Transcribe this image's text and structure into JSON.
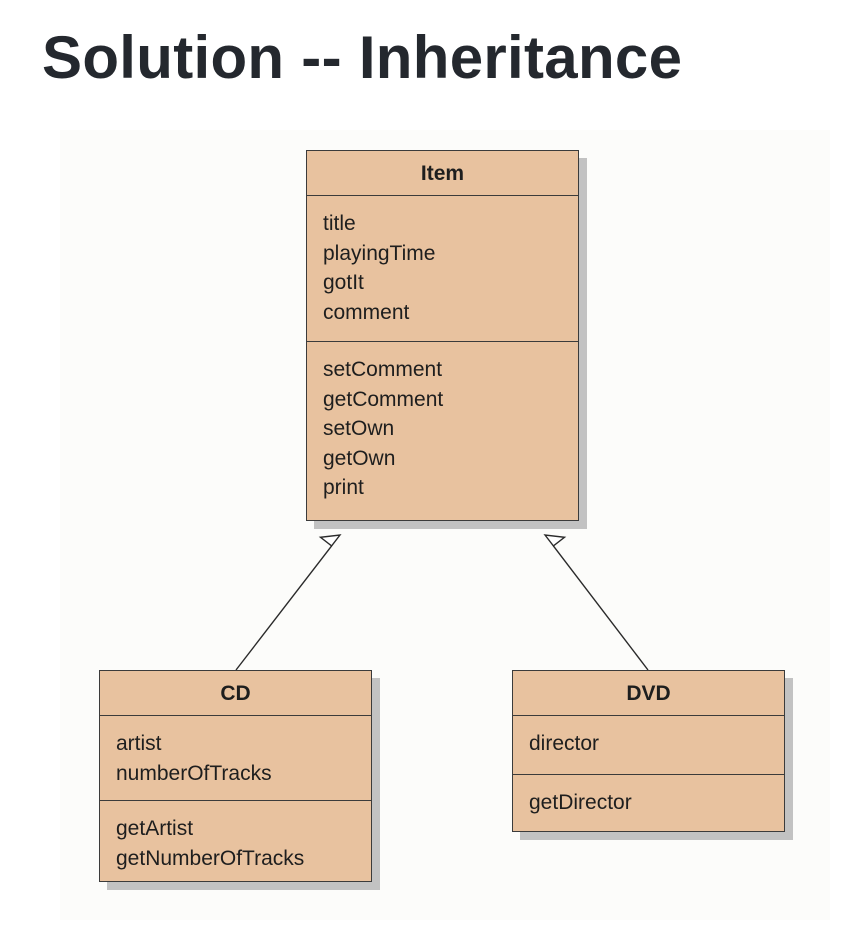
{
  "page": {
    "title": "Solution -- Inheritance"
  },
  "diagram": {
    "classes": {
      "item": {
        "name": "Item",
        "attributes": [
          "title",
          "playingTime",
          "gotIt",
          "comment"
        ],
        "methods": [
          "setComment",
          "getComment",
          "setOwn",
          "getOwn",
          "print"
        ]
      },
      "cd": {
        "name": "CD",
        "attributes": [
          "artist",
          "numberOfTracks"
        ],
        "methods": [
          "getArtist",
          "getNumberOfTracks"
        ]
      },
      "dvd": {
        "name": "DVD",
        "attributes": [
          "director"
        ],
        "methods": [
          "getDirector"
        ]
      }
    },
    "relationships": [
      {
        "type": "inheritance",
        "from": "CD",
        "to": "Item"
      },
      {
        "type": "inheritance",
        "from": "DVD",
        "to": "Item"
      }
    ],
    "colors": {
      "class_fill": "#e8c29f",
      "class_border": "#3b3b3b",
      "shadow": "#c2c2c2",
      "title_text": "#24282e"
    }
  }
}
